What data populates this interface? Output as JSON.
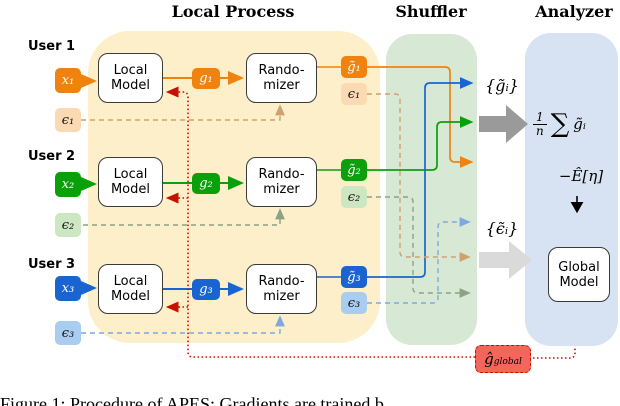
{
  "headers": {
    "local_process": "Local Process",
    "shuffler": "Shuffler",
    "analyzer": "Analyzer"
  },
  "users": [
    {
      "label": "User 1",
      "x": "x₁",
      "g": "g₁",
      "g_tilde": "g̃₁",
      "eps": "ϵ₁",
      "color": "#F0820F",
      "pale": "#FAD9B3"
    },
    {
      "label": "User 2",
      "x": "x₂",
      "g": "g₂",
      "g_tilde": "g̃₂",
      "eps": "ϵ₂",
      "color": "#0AA00A",
      "pale": "#CDE7C2"
    },
    {
      "label": "User 3",
      "x": "x₃",
      "g": "g₃",
      "g_tilde": "g̃₃",
      "eps": "ϵ₃",
      "color": "#1A64D2",
      "pale": "#A8CDF0"
    }
  ],
  "boxes": {
    "local_model_line1": "Local",
    "local_model_line2": "Model",
    "randomizer_line1": "Rando-",
    "randomizer_line2": "mizer",
    "global_model_line1": "Global",
    "global_model_line2": "Model"
  },
  "shuffler_out": {
    "g_set": "{g̃ᵢ}",
    "eps_set": "{ϵ̃ᵢ}"
  },
  "analyzer": {
    "frac_num": "1",
    "frac_den": "n",
    "sum_symbol": "∑",
    "sum_term": "g̃ᵢ",
    "noise_term": "−Ê[η]"
  },
  "feedback": {
    "g_global_head": "ĝ",
    "g_global_sub": "global"
  },
  "colors": {
    "panel_local": "#FCEFC9",
    "panel_shuffler": "#D7E9D4",
    "panel_analyzer": "#D7E3F3",
    "user1": "#F0820F",
    "user1_pale": "#FAD9B3",
    "user2": "#0AA00A",
    "user2_pale": "#CDE7C2",
    "user3": "#1A64D2",
    "user3_pale": "#A8CDF0",
    "eps1_dash": "#D9A96E",
    "eps2_dash": "#97AC8D",
    "eps3_dash": "#9FC4EC",
    "feedback_red": "#C41200",
    "fat_arrow_dark": "#9A9A9A",
    "fat_arrow_light": "#DADADA",
    "g_global_fill": "#F4665C"
  },
  "caption": "Figure 1: Procedure of APES: Gradients are trained b"
}
